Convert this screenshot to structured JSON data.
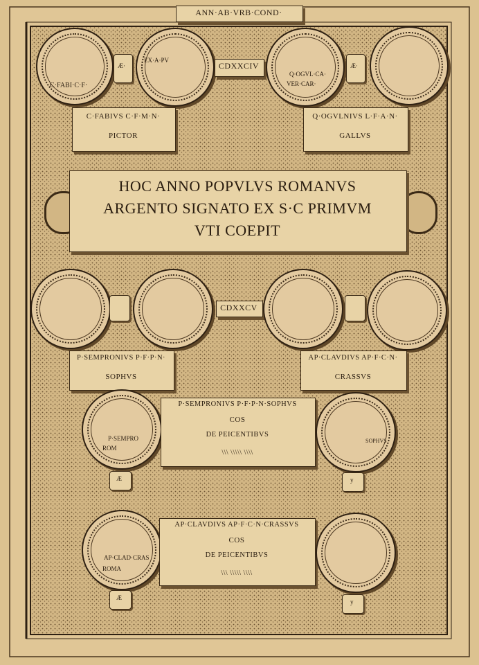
{
  "header": "ANN·AB·VRB·COND·",
  "year1": "CDXXCIV",
  "year2": "CDXXCV",
  "moneyer_top_left": {
    "line1": "C·FABIVS C·F·M·N·",
    "line2": "PICTOR",
    "coin_obv_legend": "C·FABI·C·F·",
    "coin_rev_legend": "EX·A·PV",
    "metal_mark": "Æ·"
  },
  "moneyer_top_right": {
    "line1": "Q·OGVLNIVS L·F·A·N·",
    "line2": "GALLVS",
    "coin_legend_1": "Q·OGVL·CA·",
    "coin_legend_2": "VER·CAR·",
    "metal_mark": "Æ·"
  },
  "main_inscription": [
    "HOC ANNO POPVLVS ROMANVS",
    "ARGENTO SIGNATO EX S·C PRIMVM",
    "VTI COEPIT"
  ],
  "consul_left": {
    "line1": "P·SEMPRONIVS P·F·P·N·",
    "line2": "SOPHVS"
  },
  "consul_right": {
    "line1": "AP·CLAVDIVS AP·F·C·N·",
    "line2": "CRASSVS"
  },
  "triumph1": {
    "line1": "P·SEMPRONIVS P·F·P·N·SOPHVS",
    "line2": "COS",
    "line3": "DE PEICENTIBVS",
    "marks": "\\\\\\ \\\\\\\\\\ \\\\\\\\",
    "coin_legend_1": "P·SEMPRO",
    "coin_legend_2": "ROM",
    "coin2_legend": "SOPHVS",
    "metal_left": "Æ",
    "metal_right": "y"
  },
  "triumph2": {
    "line1": "AP·CLAVDIVS AP·F·C·N·CRASSVS",
    "line2": "COS",
    "line3": "DE PEICENTIBVS",
    "marks": "\\\\\\ \\\\\\\\\\ \\\\\\\\",
    "coin_legend_1": "AP·CLAD·CRAS",
    "coin_legend_2": "ROMA",
    "metal_left": "Æ",
    "metal_right": "y"
  }
}
